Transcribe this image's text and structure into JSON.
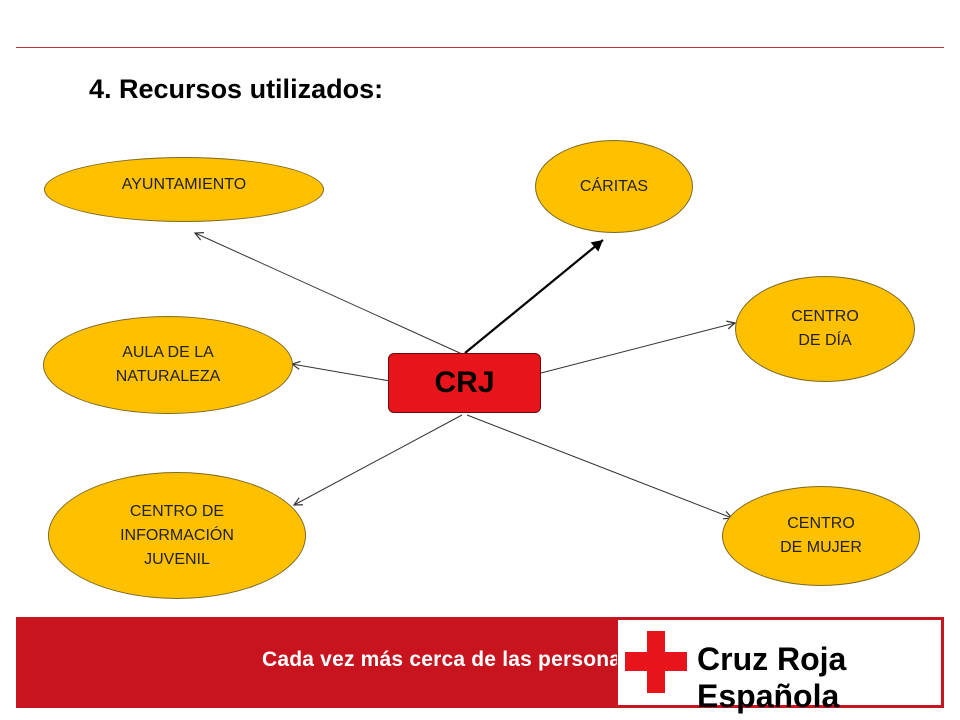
{
  "title": "4. Recursos utilizados:",
  "center_node": "CRJ",
  "nodes": {
    "ayuntamiento": "AYUNTAMIENTO",
    "caritas": "CÁRITAS",
    "centro_dia": "CENTRO\nDE DÍA",
    "aula_naturaleza": "AULA DE LA\nNATURALEZA",
    "centro_informacion": "CENTRO DE\nINFORMACIÓN\nJUVENIL",
    "centro_mujer": "CENTRO\nDE MUJER"
  },
  "footer": {
    "slogan": "Cada vez más cerca de las personas",
    "organization": "Cruz Roja Española"
  },
  "colors": {
    "node_fill": "#ffc000",
    "center_fill": "#e8141c",
    "footer_band": "#c8141e",
    "cross": "#e8141c"
  }
}
